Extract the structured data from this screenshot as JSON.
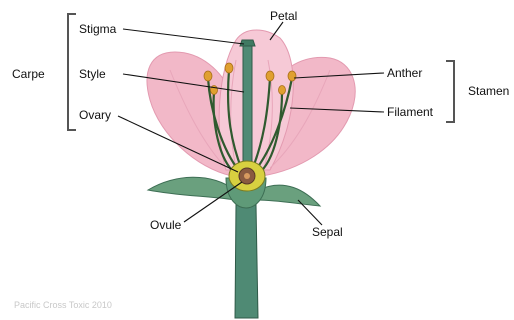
{
  "diagram": {
    "groups": {
      "carpel": "Carpe",
      "stamen": "Stamen"
    },
    "labels": {
      "stigma": "Stigma",
      "style": "Style",
      "ovary": "Ovary",
      "ovule": "Ovule",
      "petal": "Petal",
      "anther": "Anther",
      "filament": "Filament",
      "sepal": "Sepal"
    },
    "watermark": "Pacific Cross Toxic 2010"
  },
  "colors": {
    "petal": "#f2b8c8",
    "petal_edge": "#e39ab0",
    "stem": "#4f8a74",
    "sepal": "#6aa07e",
    "filament": "#2f5a2f",
    "anther": "#e0a030",
    "ovary": "#d8d040",
    "leader": "#111111",
    "bracket": "#555555"
  }
}
